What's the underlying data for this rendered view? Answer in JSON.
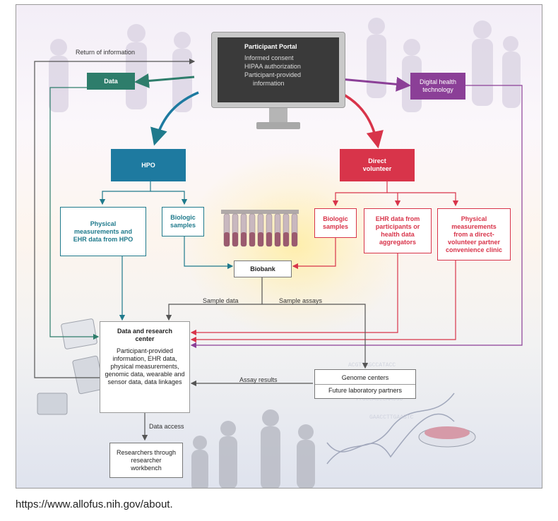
{
  "portal": {
    "title": "Participant Portal",
    "items": [
      "Informed consent",
      "HIPAA authorization",
      "Participant-provided",
      "information"
    ]
  },
  "return_info": "Return of information",
  "data_box": "Data",
  "digital_health": "Digital health technology",
  "hpo": "HPO",
  "direct_volunteer": "Direct volunteer",
  "hpo_children": {
    "physical": "Physical measurements and EHR data from HPO",
    "biologic": "Biologic samples"
  },
  "dv_children": {
    "biologic": "Biologic samples",
    "ehr": "EHR data from participants or health data aggregators",
    "physical": "Physical measurements from a direct-volunteer partner convenience clinic"
  },
  "biobank": "Biobank",
  "sample_data": "Sample data",
  "sample_assays": "Sample assays",
  "data_center": {
    "title": "Data and research center",
    "body": "Participant-provided information, EHR data, physical measurements, genomic data, wearable and sensor data, data linkages"
  },
  "assay_results": "Assay results",
  "genome": {
    "line1": "Genome centers",
    "line2": "Future laboratory partners"
  },
  "data_access": "Data access",
  "researchers": "Researchers through researcher workbench",
  "caption": "https://www.allofus.nih.gov/about.",
  "colors": {
    "teal": "#1f7a8c",
    "hpo_blue": "#1e7aa0",
    "red": "#d8344a",
    "purple": "#8b3f97",
    "green": "#2e7d6b",
    "gray_line": "#555555"
  }
}
